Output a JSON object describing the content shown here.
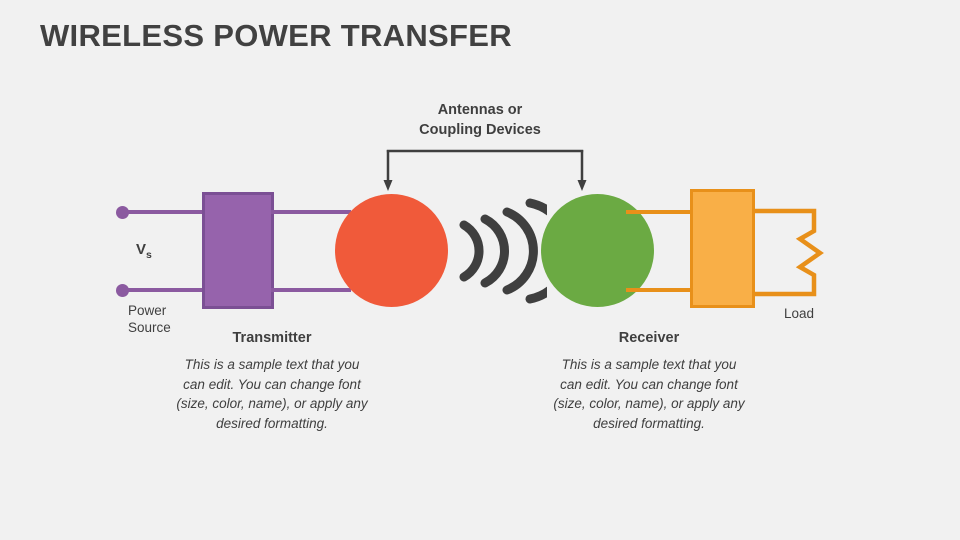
{
  "slide": {
    "title": "WIRELESS POWER TRANSFER",
    "background_color": "#f1f1f1"
  },
  "annotation": {
    "bracket_label_line1": "Antennas or",
    "bracket_label_line2": "Coupling Devices",
    "arrow_color": "#3f3f3f"
  },
  "source": {
    "voltage_symbol": "V",
    "voltage_subscript": "s",
    "label_line1": "Power",
    "label_line2": "Source",
    "wire_color": "#8b5aa0",
    "terminal_color": "#8b5aa0"
  },
  "transmitter": {
    "box_fill": "#9663ac",
    "box_stroke": "#7b4f94",
    "antenna_fill": "#f05a3a",
    "caption_title": "Transmitter",
    "caption_body": "This is a sample text that you can edit. You can change font (size, color, name), or apply any desired formatting."
  },
  "receiver": {
    "box_fill": "#f9af47",
    "box_stroke": "#e8901a",
    "antenna_fill": "#6baa43",
    "caption_title": "Receiver",
    "caption_body": "This is a sample text that you can edit. You can change font (size, color, name), or apply any desired formatting."
  },
  "load": {
    "label": "Load",
    "wire_color": "#e8901a"
  },
  "waves": {
    "count": 4,
    "color": "#3f3f3f"
  }
}
